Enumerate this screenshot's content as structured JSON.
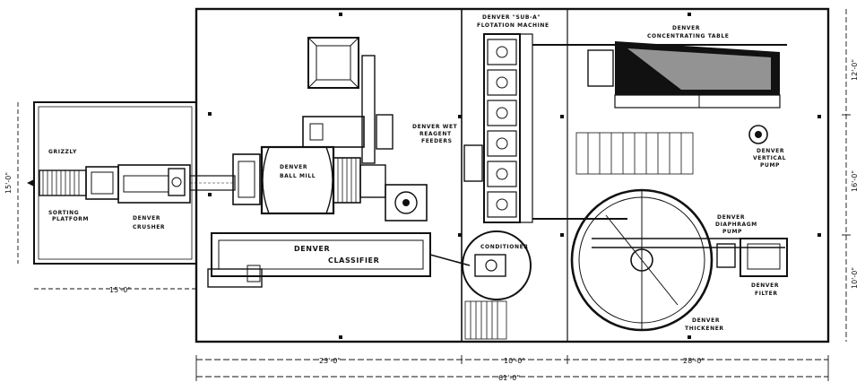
{
  "labels": {
    "grizzly": "GRIZZLY",
    "sorting_platform_1": "SORTING",
    "sorting_platform_2": "PLATFORM",
    "crusher_1": "DENVER",
    "crusher_2": "CRUSHER",
    "ball_mill_1": "DENVER",
    "ball_mill_2": "BALL MILL",
    "classifier_1": "DENVER",
    "classifier_2": "CLASSIFIER",
    "flotation_1": "DENVER \"SUB-A\"",
    "flotation_2": "FLOTATION MACHINE",
    "reagent_feeders_1": "DENVER WET",
    "reagent_feeders_2": "REAGENT",
    "reagent_feeders_3": "FEEDERS",
    "table_1": "DENVER",
    "table_2": "CONCENTRATING TABLE",
    "pump_1": "DENVER",
    "pump_2": "VERTICAL",
    "pump_3": "PUMP",
    "diaphragm_pump_1": "DENVER",
    "diaphragm_pump_2": "DIAPHRAGM",
    "diaphragm_pump_3": "PUMP",
    "filter_1": "DENVER",
    "filter_2": "FILTER",
    "thickener_1": "DENVER",
    "thickener_2": "THICKENER",
    "conditioner": "CONDITIONER"
  },
  "dimensions": {
    "left_width": "15'-0\"",
    "left_height": "15'-0\"",
    "span_a": "23'-0\"",
    "span_b": "10'-0\"",
    "span_c": "28'-0\"",
    "total": "61'-0\"",
    "right_top": "12'-0\"",
    "right_mid": "16'-0\"",
    "right_bottom": "10'-0\""
  },
  "colors": {
    "ink": "#111111",
    "paper": "#ffffff"
  }
}
